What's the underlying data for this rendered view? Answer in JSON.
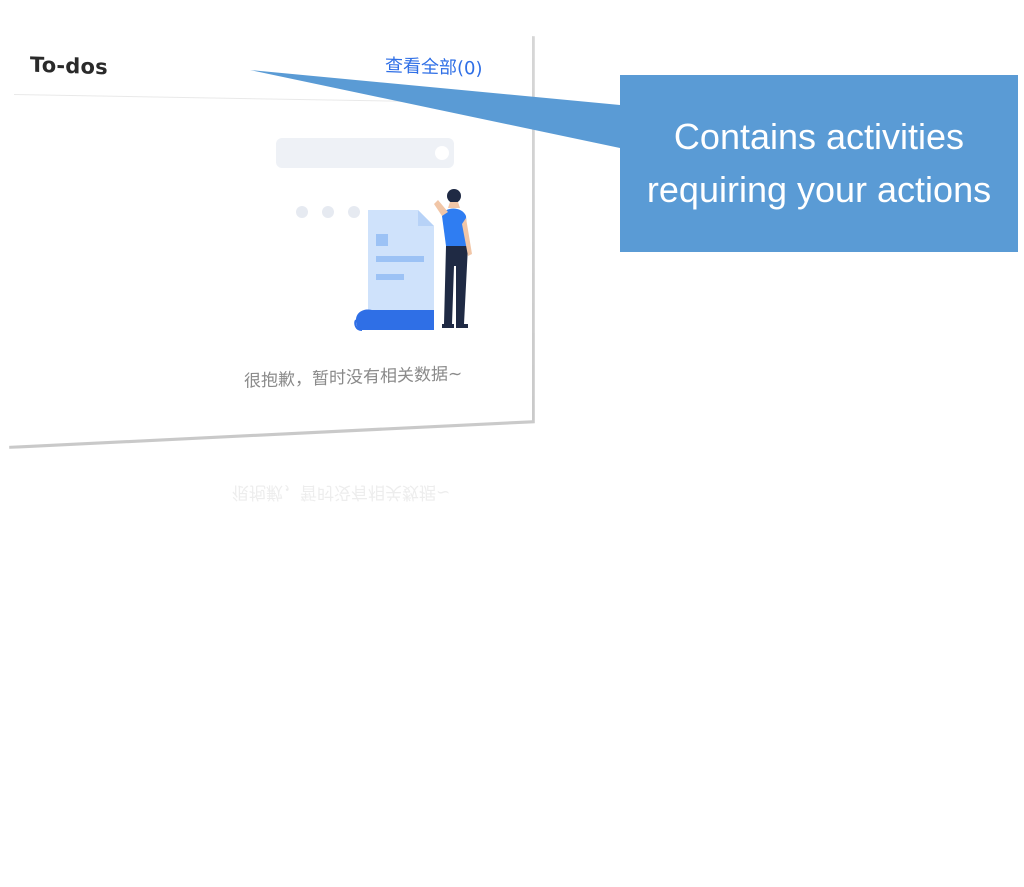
{
  "card": {
    "title": "To-dos",
    "view_all_label": "查看全部(0)",
    "empty_message": "很抱歉，暂时没有相关数据~"
  },
  "reflection": {
    "text": "很抱歉，暂时没有相关数据~"
  },
  "callout": {
    "text": "Contains activities requiring your actions"
  },
  "colors": {
    "accent": "#2f6fe6",
    "callout_bg": "#5a9bd5",
    "muted_text": "#8a8a8a"
  },
  "icons": {
    "empty_illustration": "empty-state-document-person-icon"
  }
}
